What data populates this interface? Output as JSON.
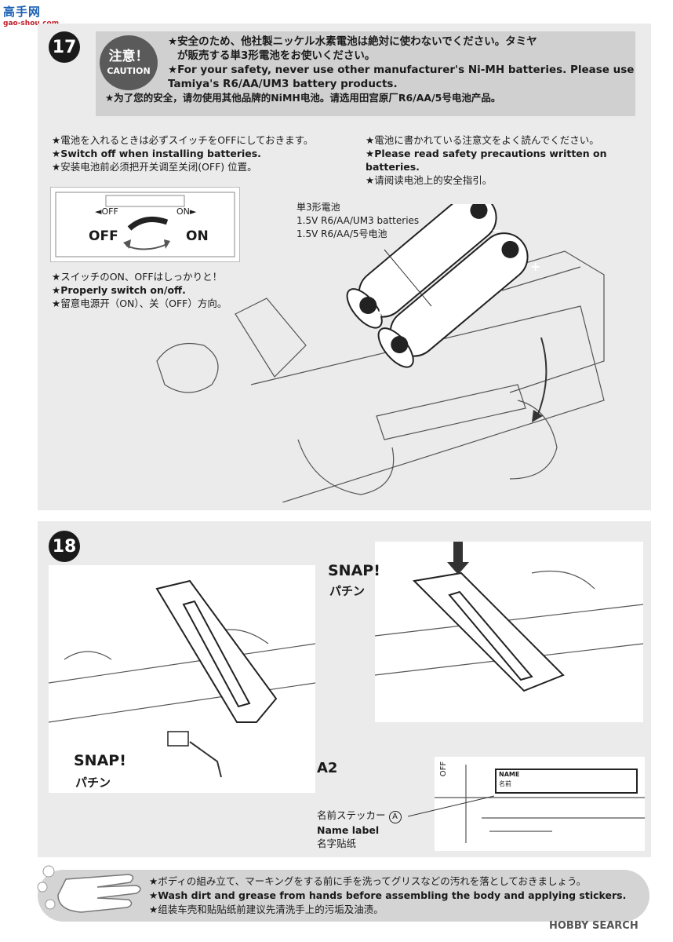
{
  "watermark": {
    "site_cn": "高手网",
    "site_url": "gao-shou.com",
    "bottom": "HOBBY SEARCH"
  },
  "step17": {
    "number": "17",
    "caution": {
      "badge_jp": "注意！",
      "badge_en": "CAUTION",
      "lines": [
        "★安全のため、他社製ニッケル水素電池は絶対に使わないでください。タミヤ",
        "が販売する単3形電池をお使いください。",
        "★For your safety, never use other manufacturer's Ni-MH batteries. Please use",
        "Tamiya's R6/AA/UM3 battery products.",
        "★为了您的安全，请勿使用其他品牌的NiMH电池。请选用田宫原厂R6/AA/5号电池产品。"
      ]
    },
    "note_switch_off": [
      "★電池を入れるときは必ずスイッチをOFFにしておきます。",
      "★Switch off when installing batteries.",
      "★安装电池前必须把开关调至关闭(OFF) 位置。"
    ],
    "note_safety": [
      "★電池に書かれている注意文をよく読んでください。",
      "★Please read safety precautions written on",
      "batteries.",
      "★请阅读电池上的安全指引。"
    ],
    "note_switch_onoff": [
      "★スイッチのON、OFFはしっかりと！",
      "★Properly switch on/off.",
      "★留意电源开（ON）、关（OFF）方向。"
    ],
    "switch_labels": {
      "off_small": "◄OFF",
      "on_small": "ON►",
      "off_big": "OFF",
      "on_big": "ON"
    },
    "battery_label": [
      "単3形電池",
      "1.5V R6/AA/UM3 batteries",
      "1.5V R6/AA/5号电池"
    ],
    "battery_plus": "+",
    "battery_minus": "−"
  },
  "step18": {
    "number": "18",
    "snap_left": {
      "en": "SNAP!",
      "jp": "パチン"
    },
    "snap_right": {
      "en": "SNAP!",
      "jp": "パチン"
    },
    "part": "A2",
    "switch_off": "OFF",
    "sticker_name": {
      "en": "NAME",
      "jp": "名前"
    },
    "name_label": {
      "jp": "名前ステッカー",
      "circle": "A",
      "en": "Name label",
      "cn": "名字贴纸"
    }
  },
  "bottom_note": [
    "★ボディの組み立て、マーキングをする前に手を洗ってグリスなどの汚れを落としておきましょう。",
    "★Wash dirt and grease from hands before assembling the body and applying stickers.",
    "★组装车壳和贴贴纸前建议先清洗手上的污垢及油渍。"
  ]
}
